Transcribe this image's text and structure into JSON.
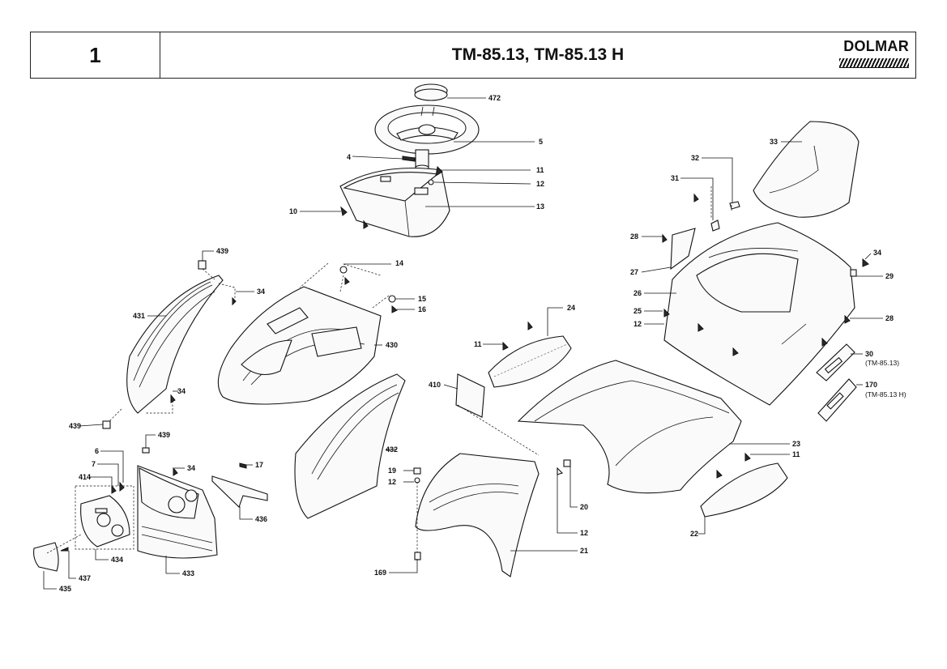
{
  "header": {
    "page_number": "1",
    "title": "TM-85.13, TM-85.13 H",
    "brand": "DOLMAR"
  },
  "callouts": [
    {
      "id": "c472",
      "label": "472"
    },
    {
      "id": "c5",
      "label": "5"
    },
    {
      "id": "c4",
      "label": "4"
    },
    {
      "id": "c11a",
      "label": "11"
    },
    {
      "id": "c12a",
      "label": "12"
    },
    {
      "id": "c13",
      "label": "13"
    },
    {
      "id": "c10",
      "label": "10"
    },
    {
      "id": "c14",
      "label": "14"
    },
    {
      "id": "c15",
      "label": "15"
    },
    {
      "id": "c16",
      "label": "16"
    },
    {
      "id": "c430",
      "label": "430"
    },
    {
      "id": "c439a",
      "label": "439"
    },
    {
      "id": "c34a",
      "label": "34"
    },
    {
      "id": "c431",
      "label": "431"
    },
    {
      "id": "c34b",
      "label": "34"
    },
    {
      "id": "c439b",
      "label": "439"
    },
    {
      "id": "c439c",
      "label": "439"
    },
    {
      "id": "c6",
      "label": "6"
    },
    {
      "id": "c7",
      "label": "7"
    },
    {
      "id": "c414",
      "label": "414"
    },
    {
      "id": "c34c",
      "label": "34"
    },
    {
      "id": "c17",
      "label": "17"
    },
    {
      "id": "c436",
      "label": "436"
    },
    {
      "id": "c434",
      "label": "434"
    },
    {
      "id": "c433",
      "label": "433"
    },
    {
      "id": "c437",
      "label": "437"
    },
    {
      "id": "c435",
      "label": "435"
    },
    {
      "id": "c432",
      "label": "432"
    },
    {
      "id": "c410",
      "label": "410"
    },
    {
      "id": "c24",
      "label": "24"
    },
    {
      "id": "c11b",
      "label": "11"
    },
    {
      "id": "c19",
      "label": "19"
    },
    {
      "id": "c12b",
      "label": "12"
    },
    {
      "id": "c20",
      "label": "20"
    },
    {
      "id": "c12c",
      "label": "12"
    },
    {
      "id": "c21",
      "label": "21"
    },
    {
      "id": "c169",
      "label": "169"
    },
    {
      "id": "c33",
      "label": "33"
    },
    {
      "id": "c32",
      "label": "32"
    },
    {
      "id": "c31",
      "label": "31"
    },
    {
      "id": "c28a",
      "label": "28"
    },
    {
      "id": "c27",
      "label": "27"
    },
    {
      "id": "c34d",
      "label": "34"
    },
    {
      "id": "c29",
      "label": "29"
    },
    {
      "id": "c26",
      "label": "26"
    },
    {
      "id": "c25",
      "label": "25"
    },
    {
      "id": "c12d",
      "label": "12"
    },
    {
      "id": "c28b",
      "label": "28"
    },
    {
      "id": "c30",
      "label": "30"
    },
    {
      "id": "c170",
      "label": "170"
    },
    {
      "id": "c23",
      "label": "23"
    },
    {
      "id": "c11c",
      "label": "11"
    },
    {
      "id": "c22",
      "label": "22"
    }
  ],
  "variant_notes": {
    "part_30": "(TM-85.13)",
    "part_170": "(TM-85.13 H)"
  }
}
